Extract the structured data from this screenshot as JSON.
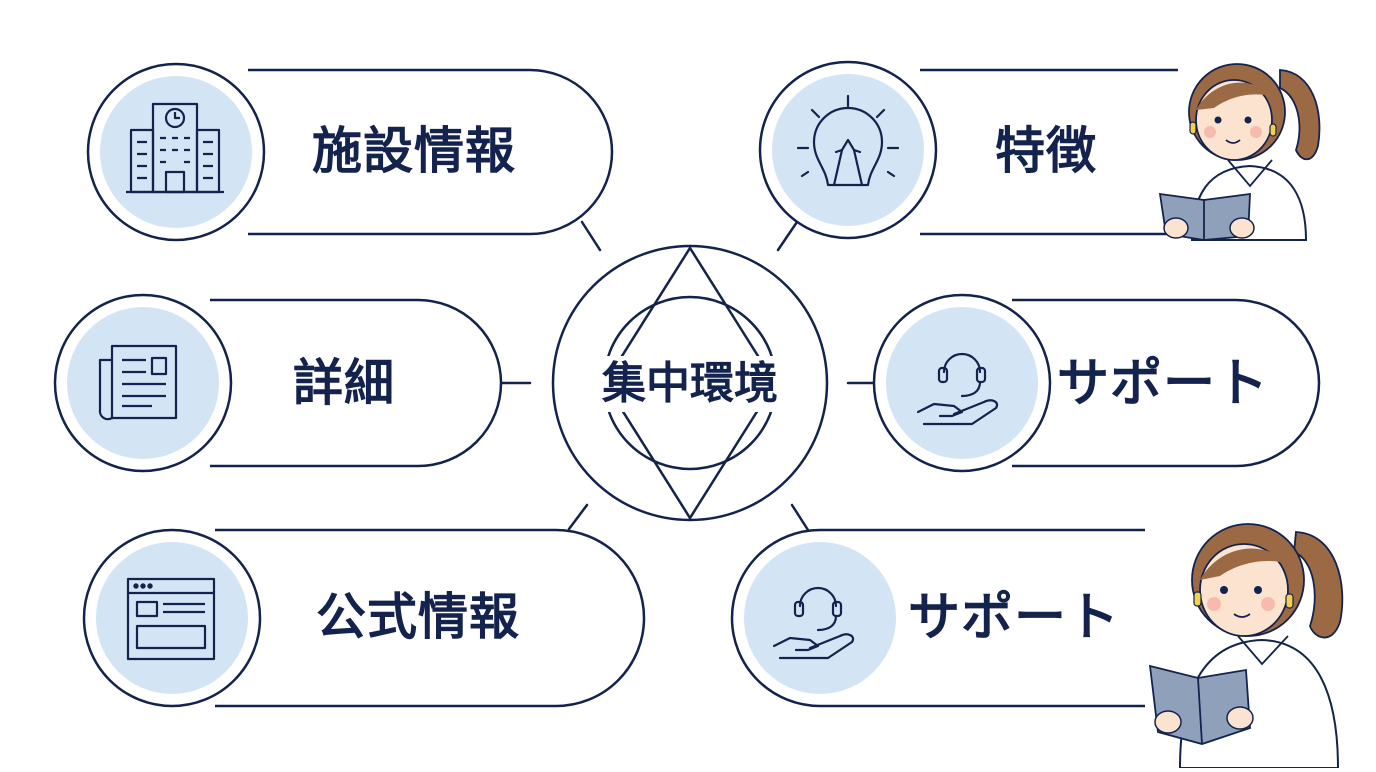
{
  "center": {
    "label": "集中環境"
  },
  "nodes": {
    "facility_info": {
      "label": "施設情報",
      "icon": "building-clock-icon"
    },
    "features": {
      "label": "特徴",
      "icon": "lightbulb-icon"
    },
    "details": {
      "label": "詳細",
      "icon": "newspaper-icon"
    },
    "support_1": {
      "label": "サポート",
      "icon": "headset-hand-icon"
    },
    "official_info": {
      "label": "公式情報",
      "icon": "browser-window-icon"
    },
    "support_2": {
      "label": "サポート",
      "icon": "headset-hand-icon"
    }
  },
  "colors": {
    "navy": "#13234d",
    "icon_fill": "#d3e4f4",
    "background": "#ffffff"
  }
}
